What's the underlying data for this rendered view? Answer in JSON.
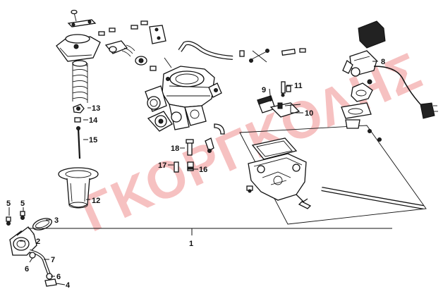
{
  "watermark": "ΓΚΟΡΓΚΟΛΗΣ",
  "labels": {
    "p1": "1",
    "p2": "2",
    "p3": "3",
    "p4": "4",
    "p5a": "5",
    "p5b": "5",
    "p6a": "6",
    "p6b": "6",
    "p7": "7",
    "p8": "8",
    "p9": "9",
    "p10": "10",
    "p11": "11",
    "p12": "12",
    "p13": "13",
    "p14": "14",
    "p15": "15",
    "p16": "16",
    "p17": "17",
    "p18": "18"
  },
  "colors": {
    "line": "#111111",
    "watermark": "#e02020",
    "background": "#ffffff"
  }
}
